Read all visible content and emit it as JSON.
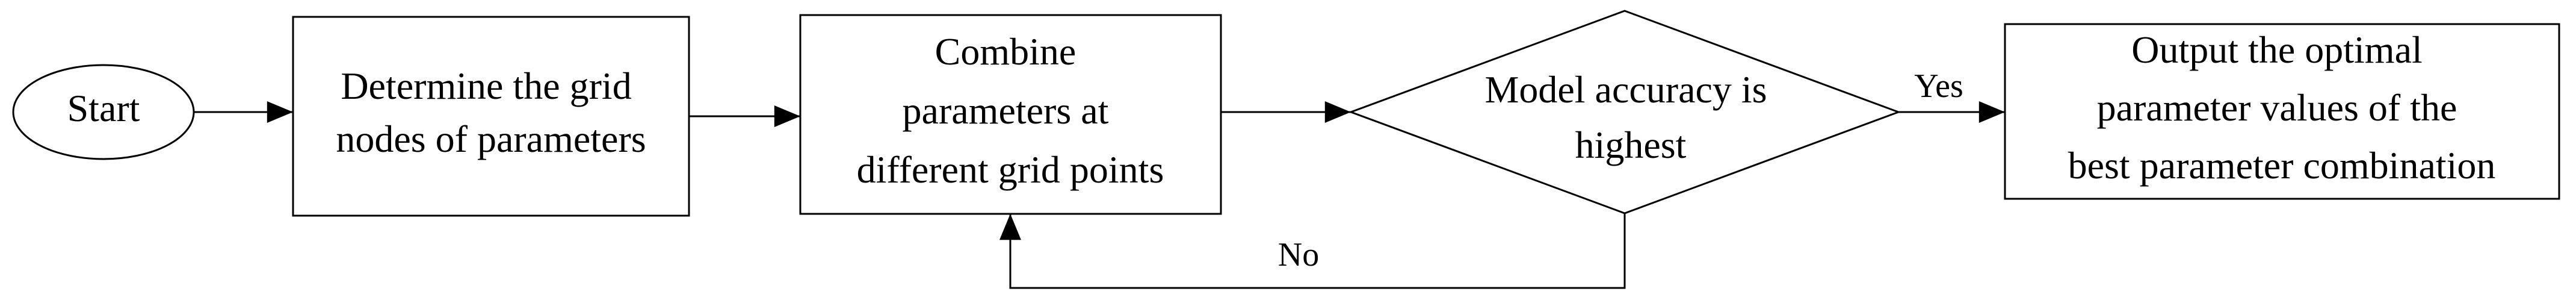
{
  "diagram": {
    "type": "flowchart",
    "direction": "left-to-right",
    "colors": {
      "stroke": "#000000",
      "fill": "#ffffff",
      "text": "#000000"
    },
    "nodes": {
      "start": {
        "shape": "ellipse",
        "lines": [
          "Start"
        ]
      },
      "determine": {
        "shape": "rectangle",
        "lines": [
          "Determine the grid",
          "nodes of parameters"
        ]
      },
      "combine": {
        "shape": "rectangle",
        "lines": [
          "Combine",
          "parameters at",
          "different grid points"
        ]
      },
      "decision": {
        "shape": "diamond",
        "lines": [
          "Model accuracy is",
          "highest"
        ]
      },
      "output": {
        "shape": "rectangle",
        "lines": [
          "Output the optimal",
          "parameter values of the",
          "best parameter combination"
        ]
      }
    },
    "edges": {
      "yes_label": "Yes",
      "no_label": "No"
    }
  }
}
